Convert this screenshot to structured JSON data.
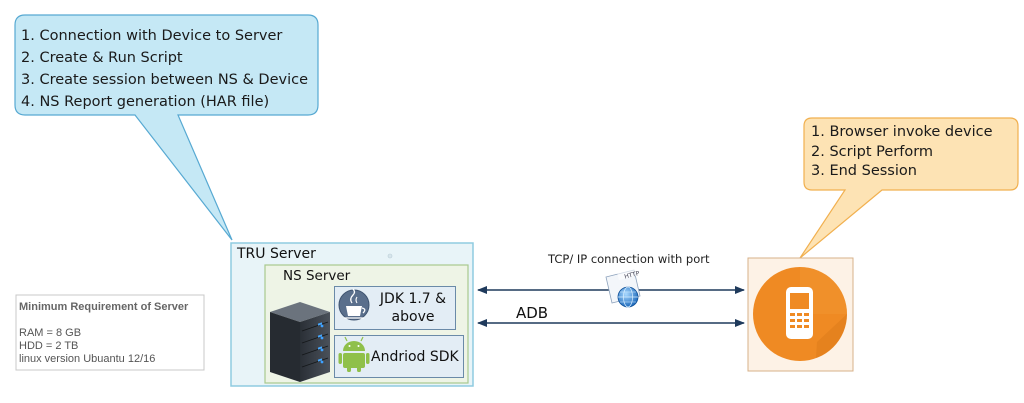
{
  "left_callout": {
    "lines": [
      "1. Connection with Device to Server",
      "2. Create & Run Script",
      "3. Create session between NS & Device",
      "4. NS Report generation (HAR file)"
    ],
    "fill": "#c5e8f5",
    "stroke": "#57a9d2"
  },
  "right_callout": {
    "lines": [
      "1. Browser invoke device",
      "2. Script Perform",
      "3. End Session"
    ],
    "fill": "#fde3b4",
    "stroke": "#f1b04f"
  },
  "tru_server": {
    "label": "TRU Server"
  },
  "ns_server": {
    "label": "NS Server",
    "components": [
      {
        "label_line1": "JDK 1.7 &",
        "label_line2": "above",
        "icon": "java-cup-icon"
      },
      {
        "label": "Andriod SDK",
        "icon": "android-icon"
      }
    ]
  },
  "connections": {
    "tcp_label": "TCP/ IP connection with port",
    "http_badge": "HTTP",
    "adb_label": "ADB"
  },
  "requirements": {
    "title": "Minimum Requirement of Server",
    "ram": "RAM = 8 GB",
    "hdd": "HDD = 2 TB",
    "os": "linux version Ubuantu 12/16"
  },
  "device": {
    "icon": "mobile-phone-icon",
    "circle_color": "#ef8a23"
  }
}
